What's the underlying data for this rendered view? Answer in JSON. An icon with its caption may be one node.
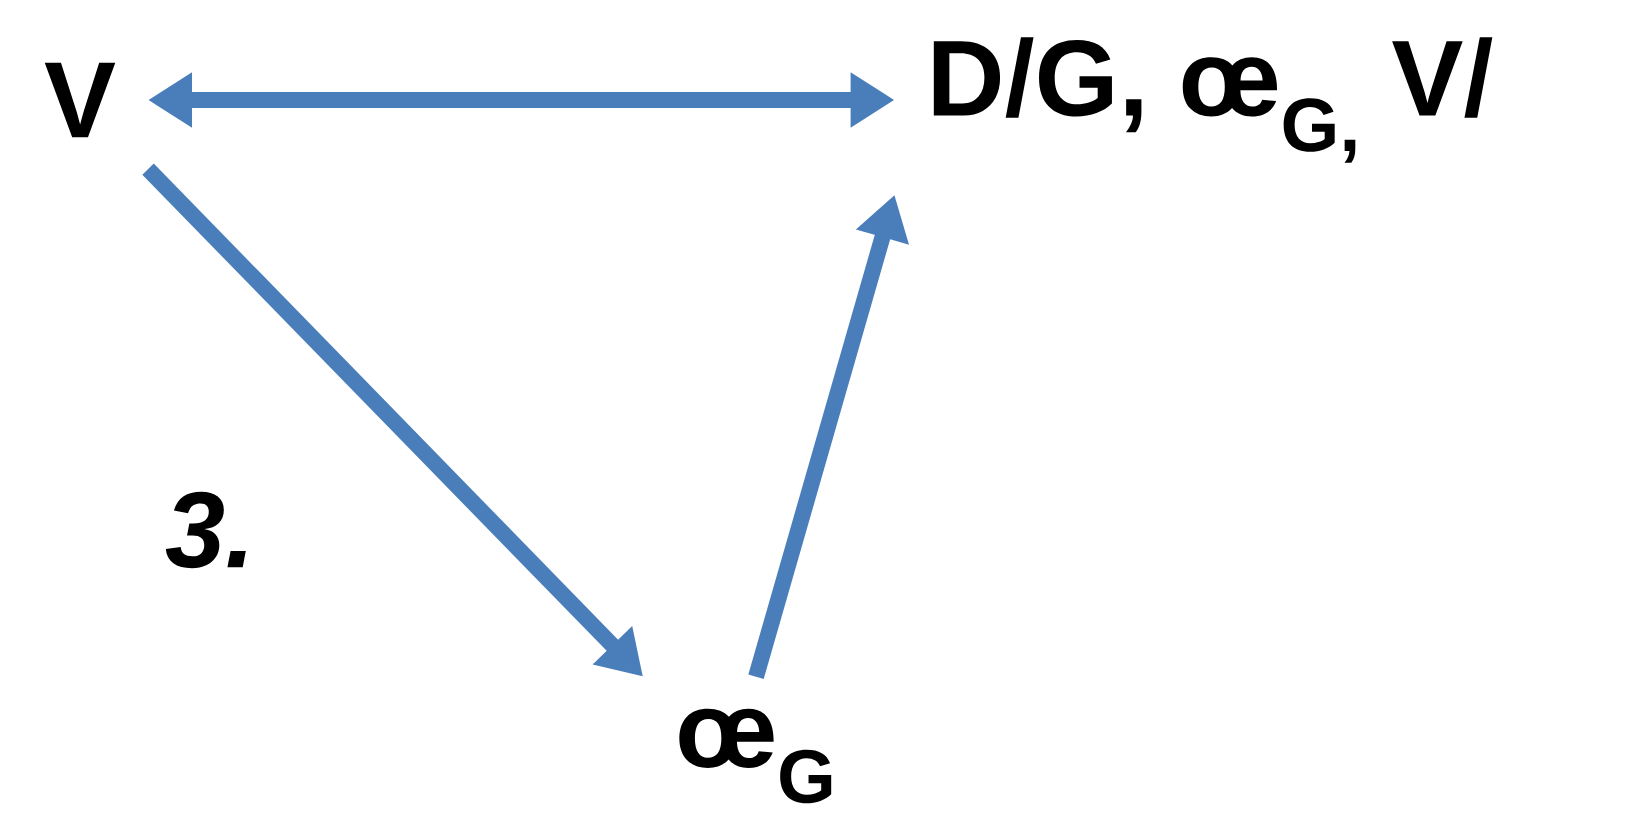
{
  "diagram": {
    "nodes": [
      {
        "text": [
          "V"
        ]
      },
      {
        "text": [
          "D/G, œ$_{G,}$ V/"
        ]
      },
      {
        "text": [
          "œ$_{G}$"
        ]
      }
    ],
    "edges": [
      {
        "from": 0,
        "to": 1,
        "arrow": "both"
      },
      {
        "from": 0,
        "to": 2,
        "arrow": "to"
      },
      {
        "from": 2,
        "to": 1,
        "arrow": "to"
      }
    ],
    "labels": [
      "3."
    ]
  }
}
